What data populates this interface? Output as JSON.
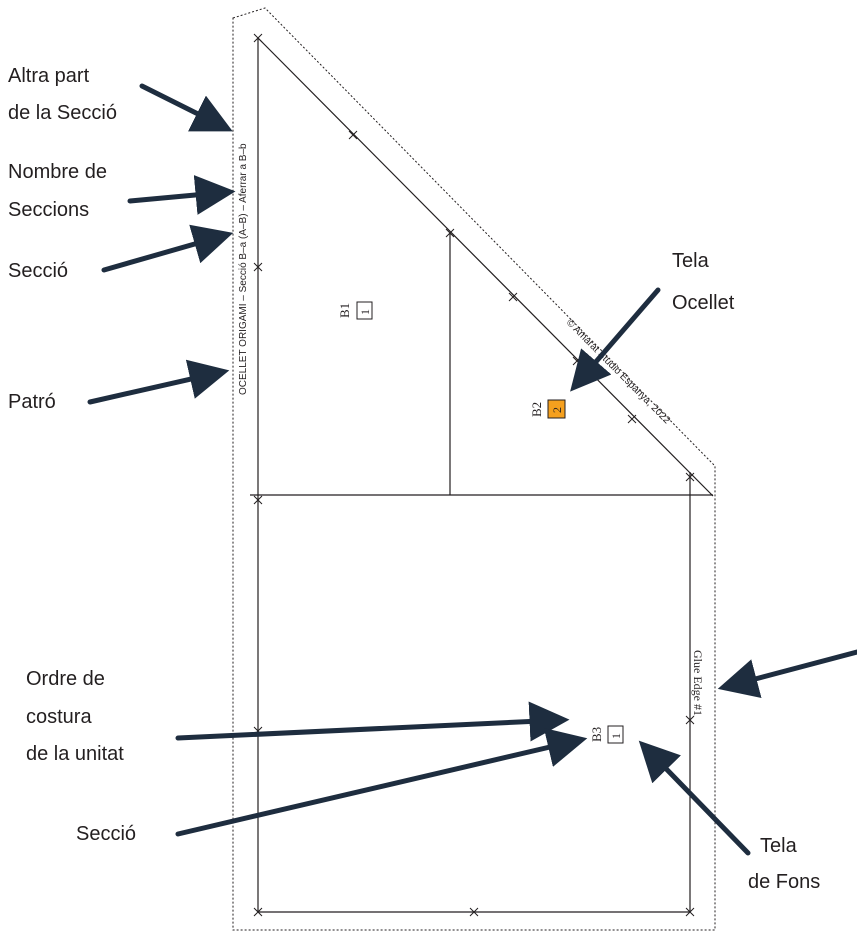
{
  "callouts": {
    "altra_part": [
      "Altra part",
      "de la Secció"
    ],
    "nombre_seccions": [
      "Nombre de",
      "Seccions"
    ],
    "seccio_top": "Secció",
    "patro": "Patró",
    "tela_ocellet": [
      "Tela",
      "Ocellet"
    ],
    "ordre_costura": [
      "Ordre de",
      "costura",
      "de la unitat"
    ],
    "seccio_bottom": "Secció",
    "tela_fons": [
      "Tela",
      "de Fons"
    ]
  },
  "pattern": {
    "side_label": "OCELLET ORIGAMI – Secció B–a (A–B) – Aferrar a B–b",
    "copyright": "© Amarat Studio Espanya, 2022",
    "glue_edge": "Glue Edge #1",
    "pieces": [
      {
        "id": "B1",
        "order": "1"
      },
      {
        "id": "B2",
        "order": "2"
      },
      {
        "id": "B3",
        "order": "1"
      }
    ]
  },
  "colors": {
    "ocellet_fill": "#f5a01e",
    "arrow": "#1e2d3f",
    "line": "#231f20"
  }
}
